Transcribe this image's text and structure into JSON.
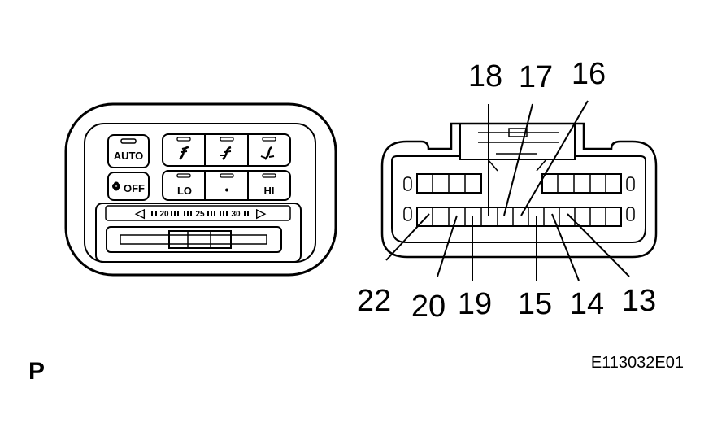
{
  "panel": {
    "auto_label": "AUTO",
    "off_label": "OFF",
    "lo_label": "LO",
    "mid_label": "•",
    "hi_label": "HI",
    "temp_scale": [
      "20",
      "25",
      "30"
    ],
    "left_arrow": "◁",
    "right_arrow": "▷",
    "vent_icons": [
      "face-vent-icon",
      "bi-level-vent-icon",
      "foot-vent-icon"
    ],
    "fan_icon": "fan-icon"
  },
  "connector": {
    "top_labels": [
      "18",
      "17",
      "16"
    ],
    "bottom_labels": [
      "22",
      "20",
      "19",
      "15",
      "14",
      "13"
    ]
  },
  "view_letter": "P",
  "figure_code": "E113032E01"
}
